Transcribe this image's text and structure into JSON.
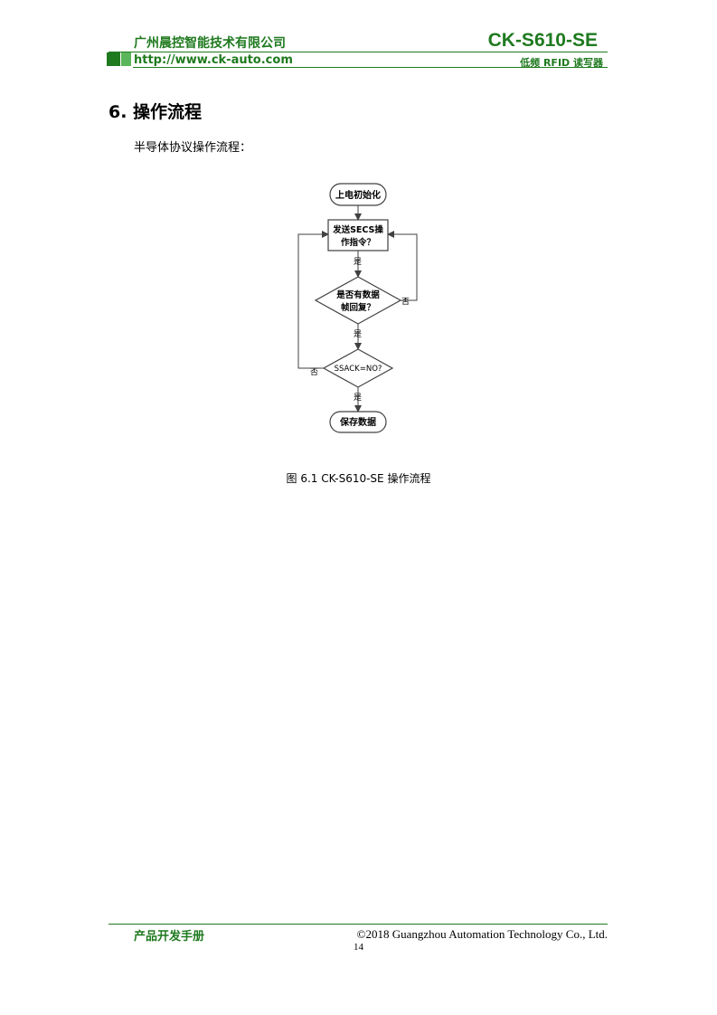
{
  "header": {
    "company": "广州晨控智能技术有限公司",
    "url": "http://www.ck-auto.com",
    "model": "CK-S610-SE",
    "subtitle": "低频 RFID 读写器",
    "accent_color": "#1f7a1f",
    "accent_light": "#5ab65a"
  },
  "section": {
    "title": "6. 操作流程",
    "intro": "半导体协议操作流程："
  },
  "flowchart": {
    "start": "上电初始化",
    "process_line1": "发送SECS操",
    "process_line2": "作指令？",
    "yes1": "是",
    "decision1_line1": "是否有数据",
    "decision1_line2": "帧回复？",
    "no1": "否",
    "yes2": "是",
    "decision2": "SSACK=NO?",
    "no2": "否",
    "yes3": "是",
    "end": "保存数据"
  },
  "caption": "图 6.1 CK-S610-SE 操作流程",
  "footer": {
    "left": "产品开发手册",
    "right": "©2018 Guangzhou Automation Technology Co., Ltd.",
    "page": "14"
  }
}
